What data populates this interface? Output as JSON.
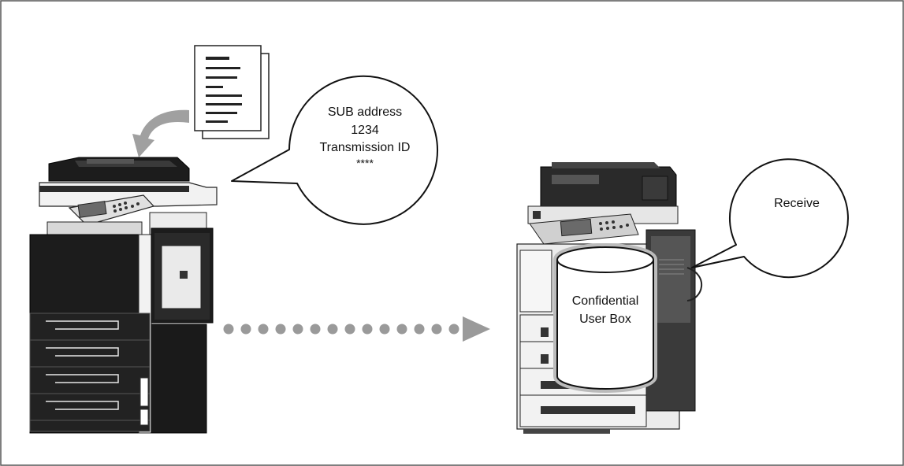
{
  "sender_bubble": {
    "line1": "SUB address",
    "line2": "1234",
    "line3": "Transmission ID",
    "line4": "****"
  },
  "receiver_bubble": {
    "text": "Receive"
  },
  "user_box": {
    "line1": "Confidential",
    "line2": "User Box"
  },
  "colors": {
    "machine_dark": "#1c1c1c",
    "machine_light": "#e8e8e8",
    "arrow_gray": "#9a9a9a",
    "border": "#555555"
  }
}
